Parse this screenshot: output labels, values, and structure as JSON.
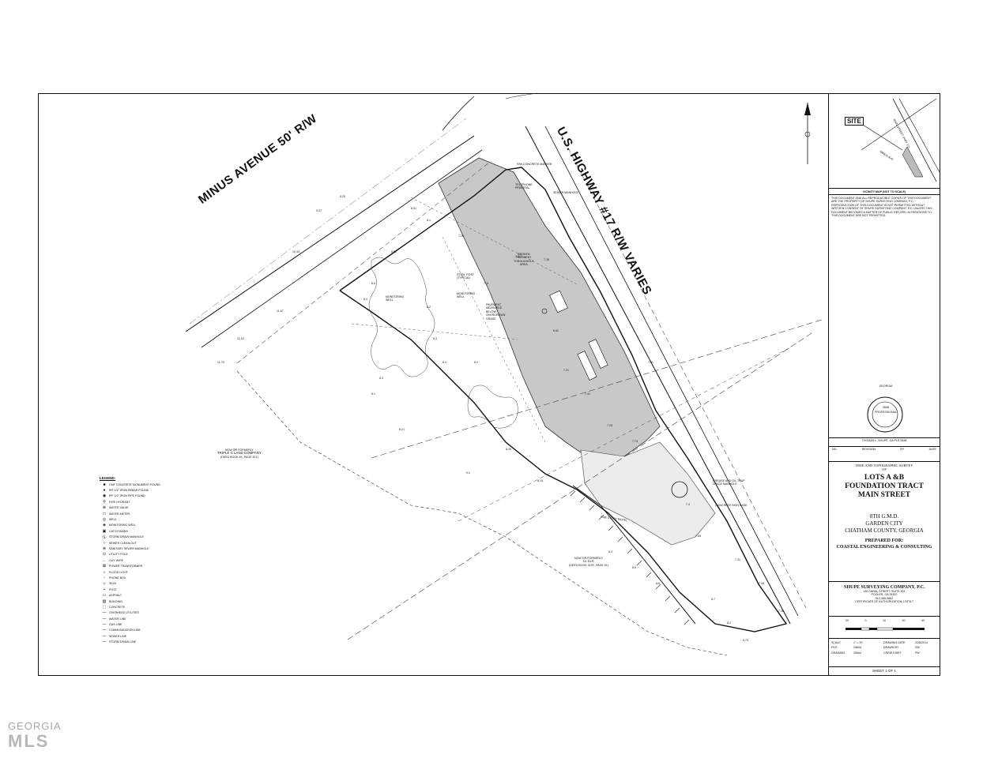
{
  "map": {
    "street_minus": "MINUS AVENUE 50' R/W",
    "street_hwy": "U.S. HIGHWAY #17 R/W VARIES",
    "owner_triple": [
      "NOW OR FORMERLY",
      "TRIPLE C LAND COMPANY",
      "(DEED BOOK 4K, PAGE 871)"
    ],
    "owner_ll": [
      "NOW OR FORMERLY",
      "LL LLC",
      "(DEED BOOK 327E, PAGE 91)"
    ],
    "note_pavement": [
      "BROKEN",
      "PAVEMENT",
      "THROUGHOUT",
      "AREA"
    ],
    "note_monitoring": [
      "MONITORING",
      "WELL"
    ],
    "note_steel": [
      "STEEL POST",
      "(TYPICAL)"
    ],
    "note_concrete_sign": "CONCRETE SIGN BASE",
    "note_grease": [
      "GREASE AND OIL TRAP",
      "SPACE MANHOLE"
    ],
    "note_telephone": [
      "TELEPHONE",
      "PEDESTAL"
    ],
    "note_concrete_marker": "R/W CONCRETE MARKER",
    "note_sewer_mh": "SEWER MANHOLE",
    "note_one_story": "ONE STORY MOTEL",
    "note_pavement_meas": [
      "PAVEMENT",
      "MEASURED",
      "BELOW",
      "OVERGROWN",
      "GRASS"
    ]
  },
  "legend": {
    "title": "LEGEND:",
    "items": [
      {
        "sym": "■",
        "label": "CMF   CONCRETE MONUMENT FOUND"
      },
      {
        "sym": "●",
        "label": "IRF   1/2\" IRON REBAR FOUND"
      },
      {
        "sym": "◉",
        "label": "IPF   1/2\" IRON PIPE FOUND"
      },
      {
        "sym": "⚲",
        "label": "FIRE HYDRANT"
      },
      {
        "sym": "⊕",
        "label": "WATER VALVE"
      },
      {
        "sym": "□",
        "label": "WATER METER"
      },
      {
        "sym": "◎",
        "label": "WELL"
      },
      {
        "sym": "◈",
        "label": "MONITORING WELL"
      },
      {
        "sym": "▣",
        "label": "CATCH BASIN"
      },
      {
        "sym": "Ⓢ",
        "label": "STORM DRAIN MANHOLE"
      },
      {
        "sym": "○",
        "label": "SEWER CLEAN-OUT"
      },
      {
        "sym": "⊛",
        "label": "SANITARY SEWER MANHOLE"
      },
      {
        "sym": "⊙",
        "label": "UTILITY POLE"
      },
      {
        "sym": "←",
        "label": "GUY WIRE"
      },
      {
        "sym": "⊠",
        "label": "POWER TRANSFORMER"
      },
      {
        "sym": "☼",
        "label": "FLOOD LIGHT"
      },
      {
        "sym": "▫",
        "label": "PHONE BOX"
      },
      {
        "sym": "┬",
        "label": "SIGN"
      },
      {
        "sym": "•",
        "label": "POST"
      },
      {
        "sym": "▭",
        "label": "ASPHALT"
      },
      {
        "sym": "▨",
        "label": "BUILDING"
      },
      {
        "sym": "⬚",
        "label": "CONCRETE"
      },
      {
        "sym": "—",
        "label": "OVERHEAD UTILITIES"
      },
      {
        "sym": "—",
        "label": "WATER LINE"
      },
      {
        "sym": "—",
        "label": "GAS LINE"
      },
      {
        "sym": "—",
        "label": "COMMUNICATION LINE"
      },
      {
        "sym": "—",
        "label": "SEWER LINE"
      },
      {
        "sym": "—",
        "label": "STORM DRAIN LINE"
      }
    ]
  },
  "title_block": {
    "site": "SITE",
    "vicinity_street1": "MAIN STREET (HWY 17)",
    "vicinity_street2": "MINUS AVE",
    "vicinity_caption": "VICINITY MAP (NOT TO SCALE)",
    "notice": "THIS DOCUMENT AND ALL REPRODUCIBLE COPIES OF THIS DOCUMENT ARE THE PROPERTY OF SHUPE SURVEYING COMPANY, P.C. REPRODUCTION OF THIS DOCUMENT IS NOT PERMITTED WITHOUT WRITTEN CONSENT OF SHUPE SURVEYING COMPANY, P.C. UNLESS THIS DOCUMENT BECOMES A MATTER OF PUBLIC RECORD. ALTERATIONS TO THIS DOCUMENT ARE NOT PERMITTED.",
    "seal_top": "GEORGIA",
    "seal_mid": "PROFESSIONAL",
    "seal_no": "2848",
    "surveyor_line": "THOMAS L. SHUPE, GA PLS 2848",
    "revision_cols": [
      "NO.",
      "REVISION",
      "BY",
      "DATE"
    ],
    "survey_type": [
      "TREE AND TOPOGRAPHIC SURVEY",
      "OF"
    ],
    "project": [
      "LOTS A &B",
      "FOUNDATION TRACT",
      "MAIN STREET"
    ],
    "location": [
      "8TH G.M.D.",
      "GARDEN CITY",
      "CHATHAM COUNTY, GEORGIA"
    ],
    "prepared_for_label": "PREPARED FOR:",
    "prepared_for": "COASTAL ENGINEERING & CONSULTING",
    "company": "SHUPE SURVEYING COMPANY, P.C.",
    "company_addr": [
      "130 CANAL STREET, SUITE 501",
      "POOLER, GA 31322",
      "912-385-0862"
    ],
    "certificate": "CERTIFICATE OF AUTHORIZATION: LSF317",
    "scale_ticks": [
      "20",
      "0",
      "10",
      "20",
      "40"
    ],
    "info_rows": [
      {
        "k1": "SCALE",
        "v1": "1\" = 20'",
        "k2": "DRAWING DATE",
        "v2": "2/28/2014"
      },
      {
        "k1": "FILE",
        "v1": "25844",
        "k2": "DRAWN BY",
        "v2": "SW"
      },
      {
        "k1": "DRAWING",
        "v1": "25844",
        "k2": "CREW CHIEF",
        "v2": "PW"
      }
    ],
    "sheet": "SHEET  1  OF  1"
  },
  "watermark": {
    "line1": "GEORGIA",
    "line2": "MLS"
  }
}
